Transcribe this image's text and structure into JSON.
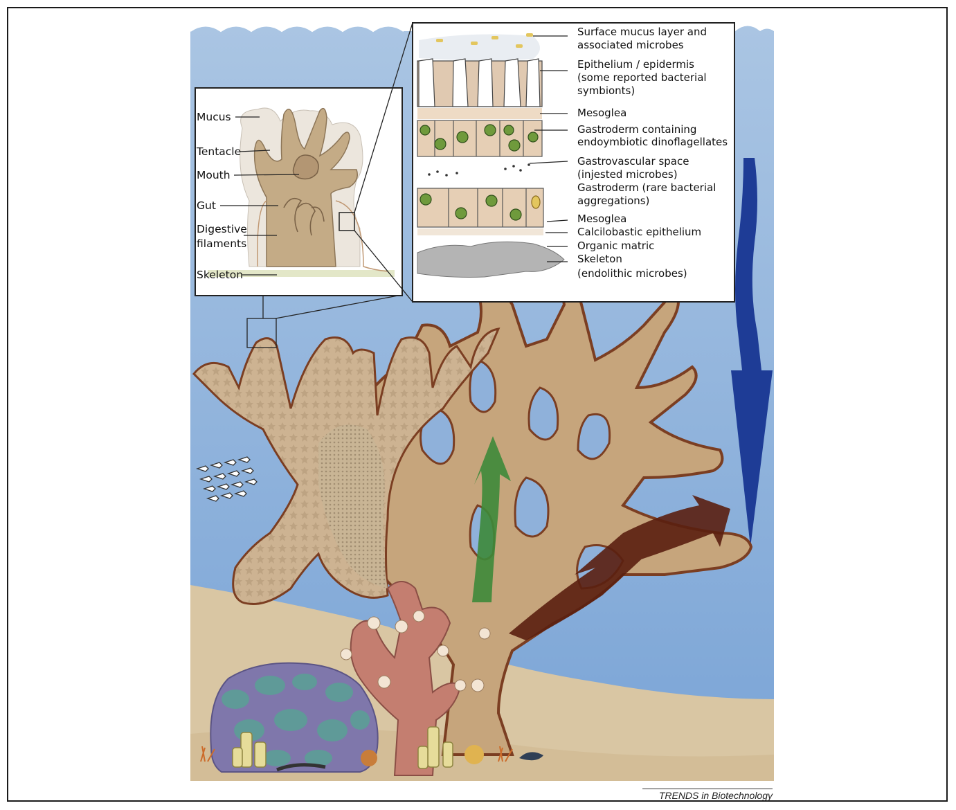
{
  "polyp_inset": {
    "labels": [
      {
        "id": "mucus",
        "text": "Mucus"
      },
      {
        "id": "tentacle",
        "text": "Tentacle"
      },
      {
        "id": "mouth",
        "text": "Mouth"
      },
      {
        "id": "gut",
        "text": "Gut"
      },
      {
        "id": "digestive_1",
        "text": "Digestive"
      },
      {
        "id": "digestive_2",
        "text": "filaments"
      },
      {
        "id": "skeleton",
        "text": "Skeleton"
      }
    ]
  },
  "tissue_inset": {
    "labels": [
      {
        "id": "l1",
        "text": "Surface mucus layer and"
      },
      {
        "id": "l2",
        "text": "associated microbes"
      },
      {
        "id": "l3",
        "text": "Epithelium / epidermis"
      },
      {
        "id": "l4",
        "text": "(some reported bacterial"
      },
      {
        "id": "l5",
        "text": "symbionts)"
      },
      {
        "id": "l6",
        "text": "Mesoglea"
      },
      {
        "id": "l7",
        "text": "Gastroderm containing"
      },
      {
        "id": "l8",
        "text": "endoymbiotic dinoflagellates"
      },
      {
        "id": "l9",
        "text": "Gastrovascular space"
      },
      {
        "id": "l10",
        "text": "(injested microbes)"
      },
      {
        "id": "l11",
        "text": "Gastroderm (rare bacterial"
      },
      {
        "id": "l12",
        "text": "aggregations)"
      },
      {
        "id": "l13",
        "text": "Mesoglea"
      },
      {
        "id": "l14",
        "text": "Calcilobastic epithelium"
      },
      {
        "id": "l15",
        "text": "Organic matric"
      },
      {
        "id": "l16",
        "text": "Skeleton"
      },
      {
        "id": "l17",
        "text": "(endolithic microbes)"
      }
    ]
  },
  "credit": "TRENDS in Biotechnology",
  "colors": {
    "water_top": "#a9c4e2",
    "water_bottom": "#7da6d6",
    "sand": "#d8c4a0",
    "coral": "#c9a97d",
    "coral_outline": "#7b3e22",
    "polyp": "#c4ab86",
    "down_arrow": "#1e3c96",
    "green_arrow": "#3f8a3c",
    "brown_arrow": "#5a1f10",
    "massive_coral": "#7f77ab",
    "massive_spots": "#5f9a98",
    "pink_coral": "#c47e70",
    "dinoflagellate": "#6f9a3c"
  }
}
